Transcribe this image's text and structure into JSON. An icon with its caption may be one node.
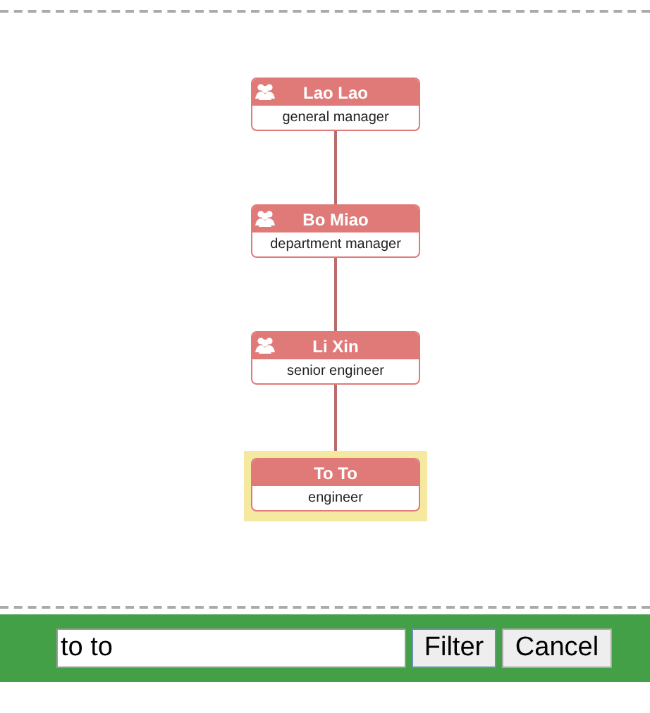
{
  "diagram": {
    "nodes": [
      {
        "text": [
          "Lao Lao",
          "general manager"
        ]
      },
      {
        "text": [
          "Bo Miao",
          "department manager"
        ]
      },
      {
        "text": [
          "Li Xin",
          "senior engineer"
        ]
      },
      {
        "text": [
          "To To",
          "engineer"
        ]
      }
    ],
    "edges": [
      {
        "from": 0,
        "to": 1,
        "arrow": "none"
      },
      {
        "from": 1,
        "to": 2,
        "arrow": "none"
      },
      {
        "from": 2,
        "to": 3,
        "arrow": "none"
      }
    ],
    "labels": [
      "to to",
      "Filter",
      "Cancel"
    ]
  }
}
